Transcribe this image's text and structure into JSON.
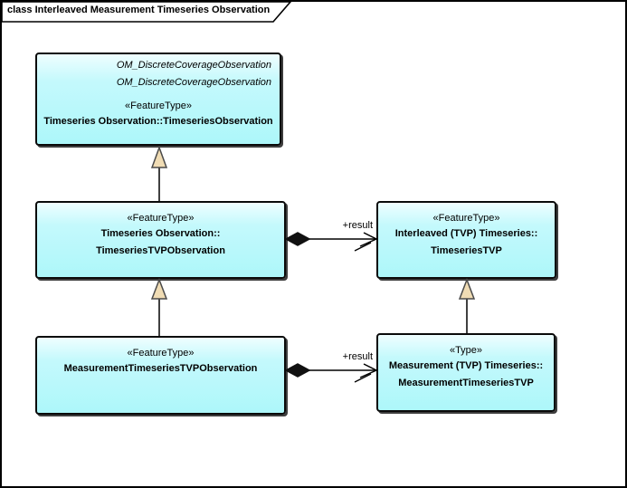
{
  "frame": {
    "label": "class Interleaved Measurement Timeseries Observation"
  },
  "classes": {
    "timeseries_observation": {
      "inherited_1": "OM_DiscreteCoverageObservation",
      "inherited_2": "OM_DiscreteCoverageObservation",
      "stereotype": "«FeatureType»",
      "name_line1": "Timeseries Observation::TimeseriesObservation"
    },
    "timeseries_tvp_observation": {
      "stereotype": "«FeatureType»",
      "name_line1": "Timeseries Observation::",
      "name_line2": "TimeseriesTVPObservation"
    },
    "timeseries_tvp": {
      "stereotype": "«FeatureType»",
      "name_line1": "Interleaved (TVP) Timeseries::",
      "name_line2": "TimeseriesTVP"
    },
    "measurement_timeseries_tvp_observation": {
      "stereotype": "«FeatureType»",
      "name_line1": "MeasurementTimeseriesTVPObservation"
    },
    "measurement_timeseries_tvp": {
      "stereotype": "«Type»",
      "name_line1": "Measurement (TVP) Timeseries::",
      "name_line2": "MeasurementTimeseriesTVP"
    }
  },
  "connectors": {
    "result_top_label": "+result",
    "result_bottom_label": "+result"
  },
  "colors": {
    "box_fill": "#ADF7FA",
    "box_border": "#000000",
    "generalization_arrowhead_fill": "#F0DCB4",
    "composition_diamond_fill": "#111111",
    "line": "#000000"
  }
}
